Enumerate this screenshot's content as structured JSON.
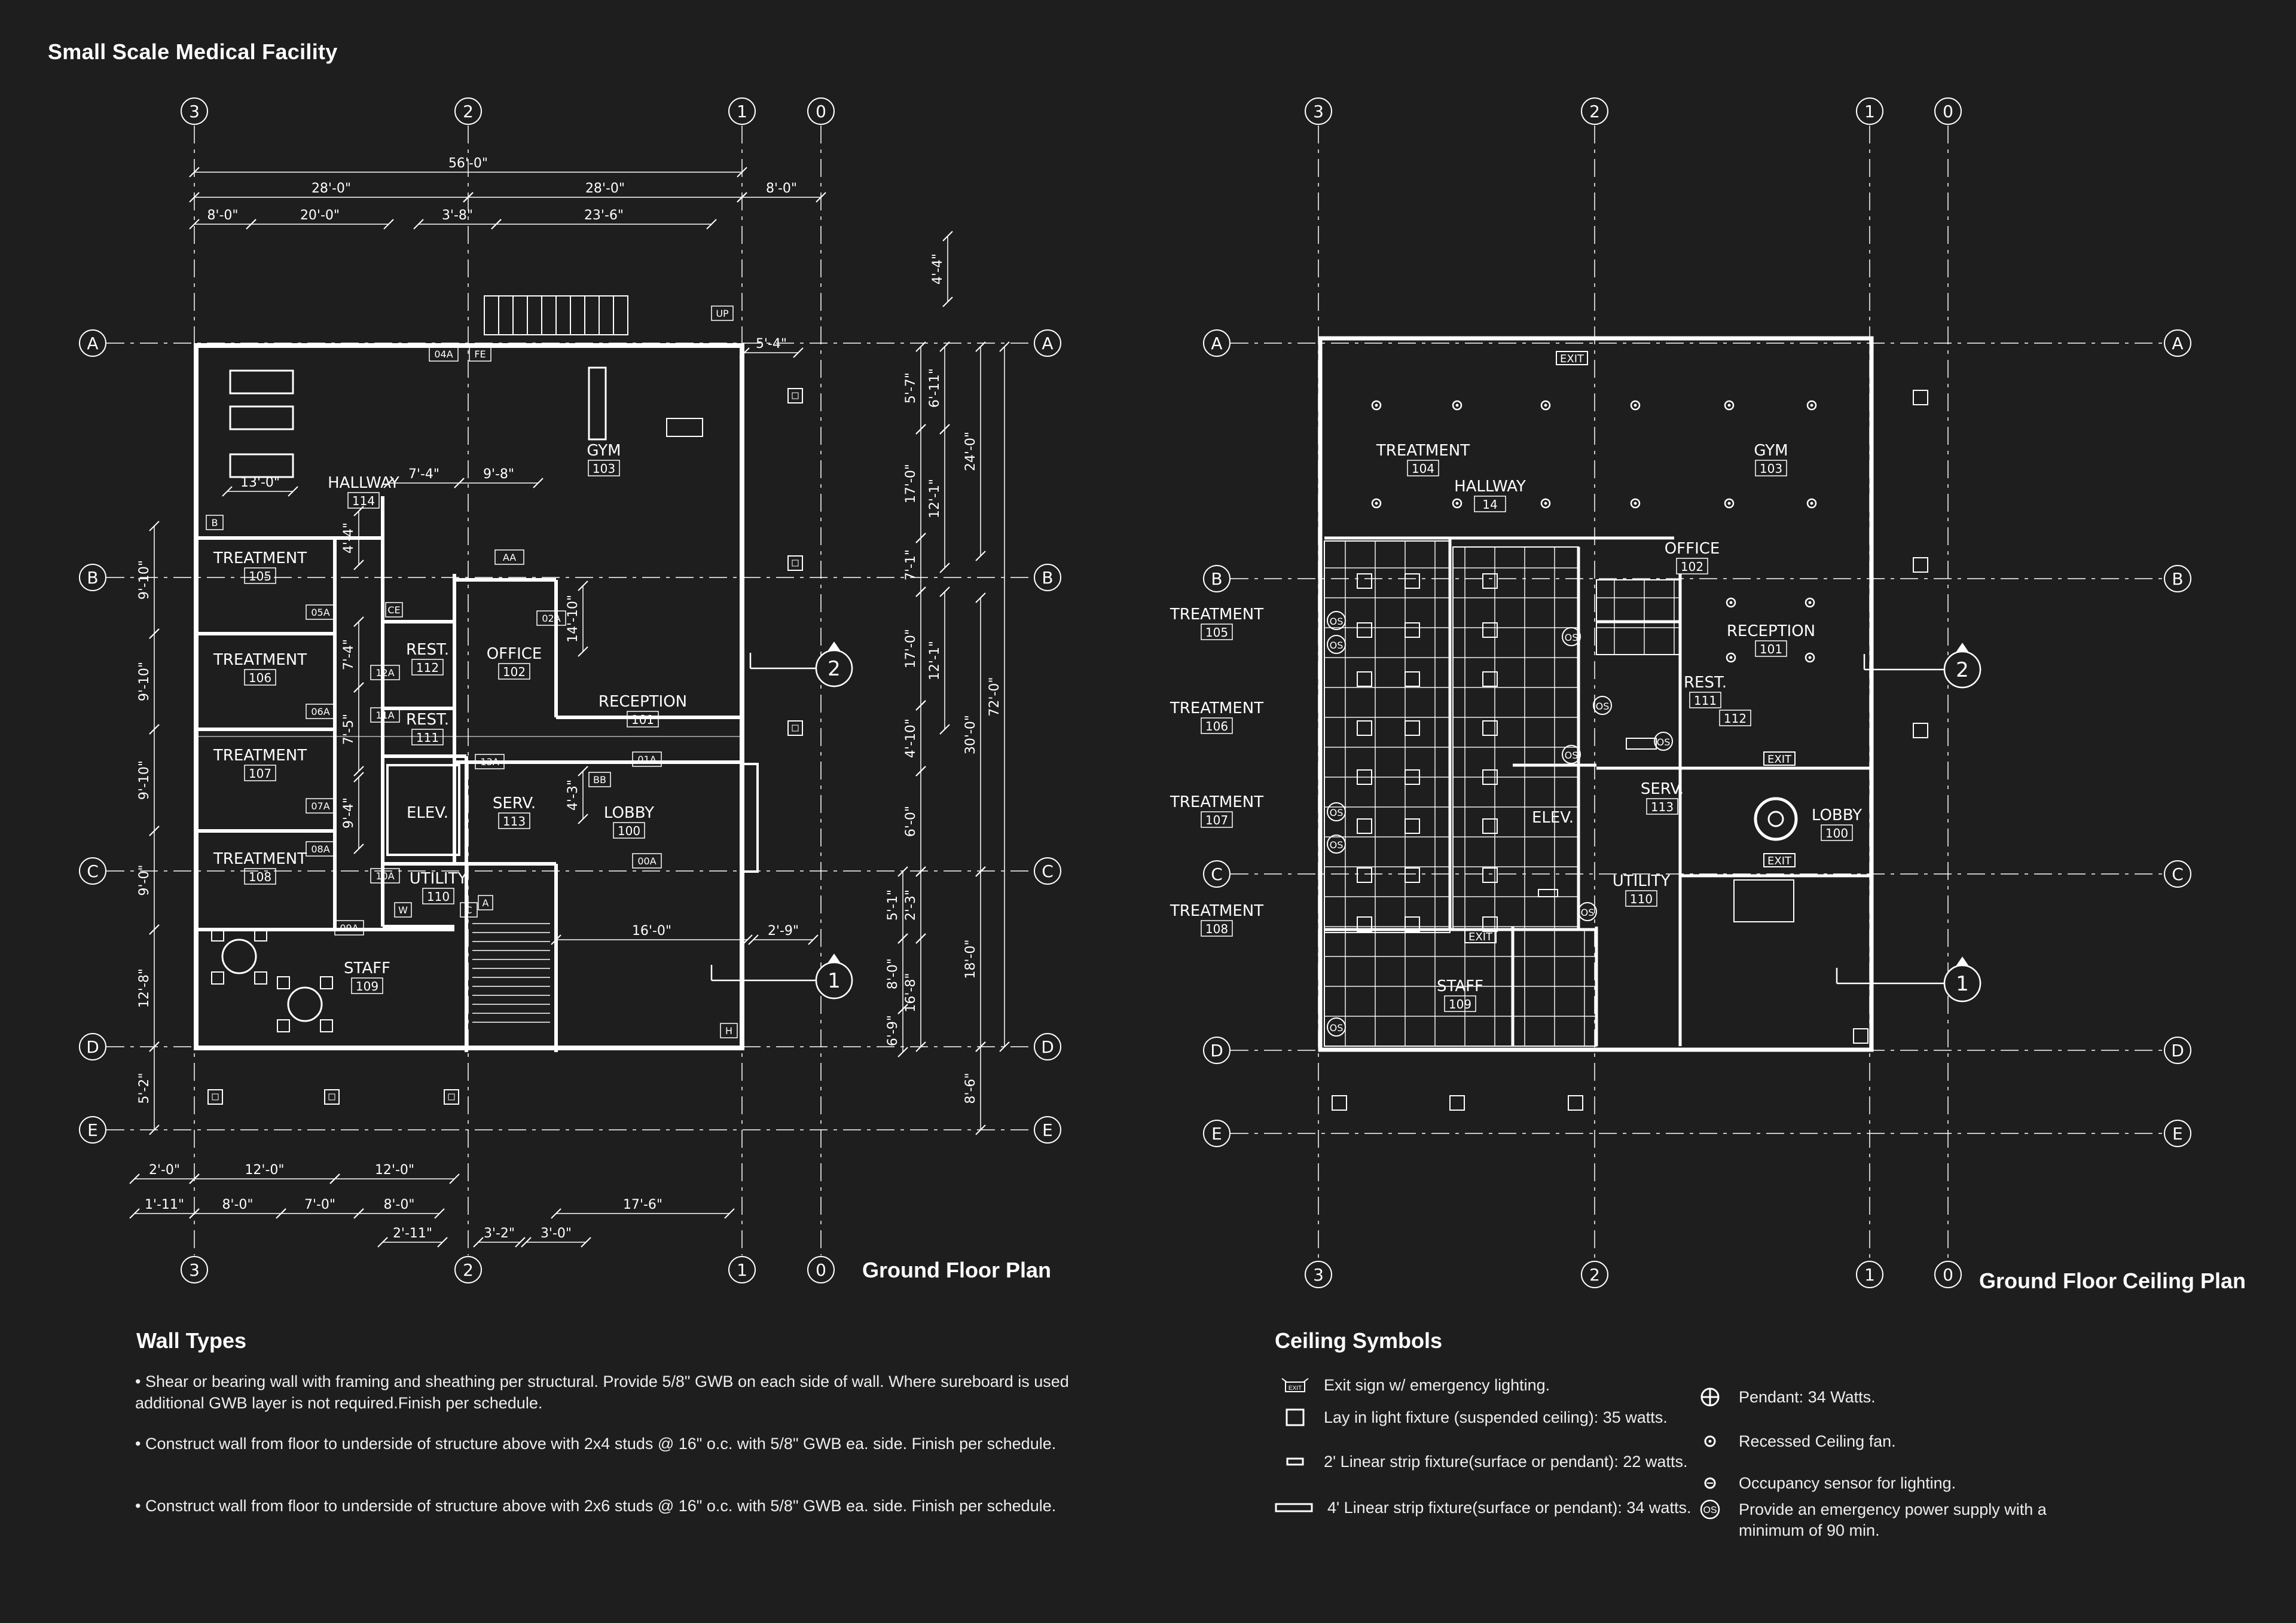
{
  "header": {
    "title": "Small Scale Medical Facility"
  },
  "plans": {
    "left": {
      "title": "Ground Floor Plan",
      "grid_cols": [
        "3",
        "2",
        "1",
        "0"
      ],
      "grid_rows": [
        "A",
        "B",
        "C",
        "D",
        "E"
      ],
      "rooms": [
        {
          "name": "GYM",
          "num": "103"
        },
        {
          "name": "HALLWAY",
          "num": "114"
        },
        {
          "name": "TREATMENT",
          "num": "105"
        },
        {
          "name": "TREATMENT",
          "num": "106"
        },
        {
          "name": "TREATMENT",
          "num": "107"
        },
        {
          "name": "TREATMENT",
          "num": "108"
        },
        {
          "name": "OFFICE",
          "num": "102"
        },
        {
          "name": "RECEPTION",
          "num": "101"
        },
        {
          "name": "REST.",
          "num": "112"
        },
        {
          "name": "REST.",
          "num": "111"
        },
        {
          "name": "ELEV.",
          "num": ""
        },
        {
          "name": "SERV.",
          "num": "113"
        },
        {
          "name": "LOBBY",
          "num": "100"
        },
        {
          "name": "UTILITY",
          "num": "110"
        },
        {
          "name": "STAFF",
          "num": "109"
        }
      ],
      "dims_top": [
        "56'-0\"",
        "28'-0\"",
        "28'-0\"",
        "8'-0\"",
        "8'-0\"",
        "20'-0\"",
        "3'-8\"",
        "23'-6\"",
        "4'-4\""
      ],
      "dims_interior": [
        "13'-0\"",
        "7'-4\"",
        "9'-8\"",
        "5'-4\"",
        "16'-0\"",
        "2'-9\""
      ],
      "dims_right": [
        "5'-7\"",
        "6'-11\"",
        "24'-0\"",
        "17'-0\"",
        "12'-1\"",
        "7'-1\"",
        "17'-0\"",
        "12'-1\"",
        "4'-10\"",
        "30'-0\"",
        "72'-0\"",
        "6'-0\"",
        "5'-1\"",
        "2'-3\"",
        "8'-0\"",
        "16'-8\"",
        "18'-0\"",
        "6'-9\"",
        "8'-6\""
      ],
      "dims_left": [
        "9'-10\"",
        "9'-10\"",
        "9'-10\"",
        "9'-0\"",
        "12'-8\"",
        "5'-2\""
      ],
      "dims_interior_v": [
        "4'-4\"",
        "7'-4\"",
        "7'-5\"",
        "9'-4\"",
        "14'-10\"",
        "4'-3\""
      ],
      "dims_bottom": [
        "2'-0\"",
        "12'-0\"",
        "12'-0\"",
        "1'-11\"",
        "8'-0\"",
        "7'-0\"",
        "8'-0\"",
        "17'-6\"",
        "2'-11\"",
        "3'-2\"",
        "3'-0\""
      ],
      "tags": [
        "04A",
        "FE",
        "UP",
        "B",
        "AA",
        "02A",
        "05A",
        "06A",
        "07A",
        "08A",
        "09A",
        "10A",
        "11A",
        "12A",
        "13A",
        "01A",
        "00A",
        "BB",
        "CE",
        "W",
        "C",
        "A",
        "H"
      ],
      "section_markers": [
        "2",
        "1"
      ]
    },
    "right": {
      "title": "Ground Floor Ceiling Plan",
      "grid_cols": [
        "3",
        "2",
        "1",
        "0"
      ],
      "grid_rows": [
        "A",
        "B",
        "C",
        "D",
        "E"
      ],
      "rooms": [
        {
          "name": "TREATMENT",
          "num": "104"
        },
        {
          "name": "HALLWAY",
          "num": "14"
        },
        {
          "name": "GYM",
          "num": "103"
        },
        {
          "name": "OFFICE",
          "num": "102"
        },
        {
          "name": "RECEPTION",
          "num": "101"
        },
        {
          "name": "TREATMENT",
          "num": "105"
        },
        {
          "name": "TREATMENT",
          "num": "106"
        },
        {
          "name": "TREATMENT",
          "num": "107"
        },
        {
          "name": "TREATMENT",
          "num": "108"
        },
        {
          "name": "REST.",
          "num": "111"
        },
        {
          "name": "",
          "num": "112"
        },
        {
          "name": "ELEV.",
          "num": ""
        },
        {
          "name": "SERV.",
          "num": "113"
        },
        {
          "name": "LOBBY",
          "num": "100"
        },
        {
          "name": "UTILITY",
          "num": "110"
        },
        {
          "name": "STAFF",
          "num": "109"
        }
      ],
      "exit_label": "EXIT",
      "os_label": "OS",
      "section_markers": [
        "2",
        "1"
      ]
    }
  },
  "wall_types": {
    "heading": "Wall Types",
    "items": [
      "• Shear or bearing wall with framing and sheathing per structural. Provide 5/8\" GWB on each side of wall. Where sureboard is used additional GWB layer is not required.Finish per schedule.",
      "• Construct wall from floor to underside of structure above with 2x4 studs @ 16\" o.c. with 5/8\" GWB ea. side. Finish per schedule.",
      "• Construct wall from floor to underside of structure above with 2x6 studs @ 16\" o.c. with 5/8\" GWB ea. side. Finish per schedule."
    ]
  },
  "ceiling_symbols": {
    "heading": "Ceiling Symbols",
    "left": [
      {
        "icon": "exit-sign-icon",
        "text": "Exit sign w/ emergency lighting."
      },
      {
        "icon": "lay-in-fixture-icon",
        "text": "Lay in light fixture (suspended ceiling): 35 watts."
      },
      {
        "icon": "linear-strip-2ft-icon",
        "text": "2' Linear strip fixture(surface or pendant): 22 watts."
      },
      {
        "icon": "linear-strip-4ft-icon",
        "text": "4' Linear strip fixture(surface or pendant): 34 watts."
      }
    ],
    "right": [
      {
        "icon": "pendant-icon",
        "text": "Pendant: 34 Watts."
      },
      {
        "icon": "ceiling-fan-icon",
        "text": "Recessed Ceiling fan."
      },
      {
        "icon": "occupancy-sensor-icon",
        "text": "Occupancy sensor for lighting."
      },
      {
        "icon": "emergency-power-icon",
        "text": "Provide an emergency power supply with a minimum of 90 min."
      }
    ],
    "exit_icon_label": "EXIT",
    "os_icon_label": "OS"
  }
}
